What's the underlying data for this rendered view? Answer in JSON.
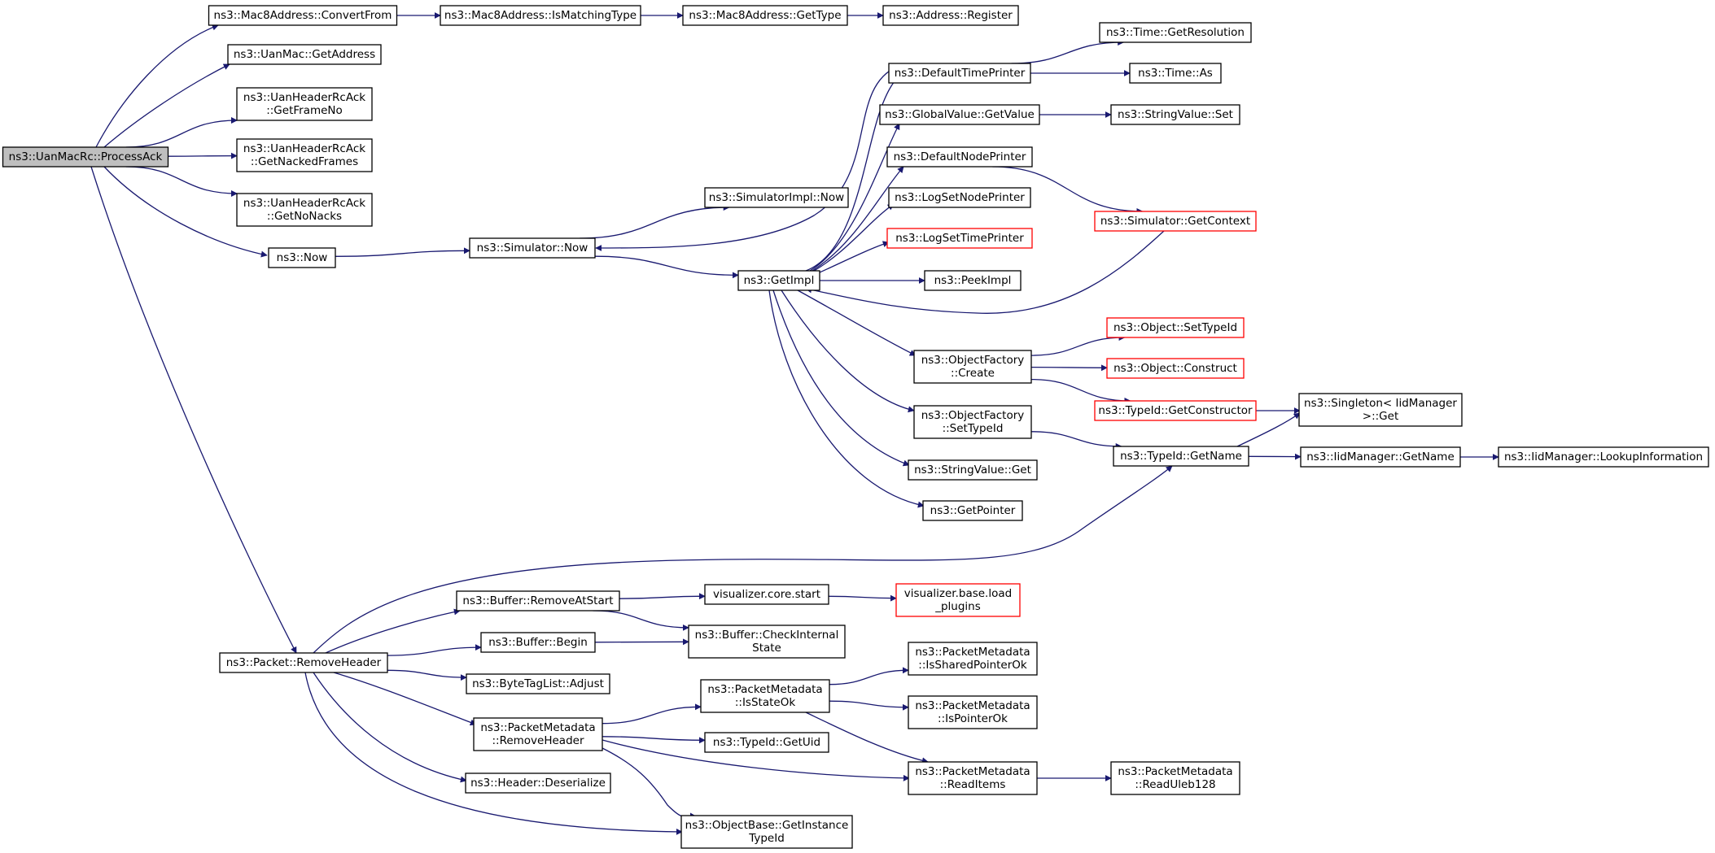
{
  "diagram": {
    "colors": {
      "edge": "#191970",
      "root_fill": "#bfbfbf",
      "node_border": "#000000",
      "truncated_border": "#ff0000",
      "background": "#ffffff"
    },
    "nodes": {
      "processack": {
        "lines": [
          "ns3::UanMacRc::ProcessAck"
        ],
        "style": "root"
      },
      "convertfrom": {
        "lines": [
          "ns3::Mac8Address::ConvertFrom"
        ],
        "style": "normal"
      },
      "ismatchingtype": {
        "lines": [
          "ns3::Mac8Address::IsMatchingType"
        ],
        "style": "normal"
      },
      "gettype": {
        "lines": [
          "ns3::Mac8Address::GetType"
        ],
        "style": "normal"
      },
      "register": {
        "lines": [
          "ns3::Address::Register"
        ],
        "style": "normal"
      },
      "getaddress": {
        "lines": [
          "ns3::UanMac::GetAddress"
        ],
        "style": "normal"
      },
      "getframeno": {
        "lines": [
          "ns3::UanHeaderRcAck",
          "::GetFrameNo"
        ],
        "style": "normal"
      },
      "getnackedframes": {
        "lines": [
          "ns3::UanHeaderRcAck",
          "::GetNackedFrames"
        ],
        "style": "normal"
      },
      "getnonacks": {
        "lines": [
          "ns3::UanHeaderRcAck",
          "::GetNoNacks"
        ],
        "style": "normal"
      },
      "now": {
        "lines": [
          "ns3::Now"
        ],
        "style": "normal"
      },
      "simnow": {
        "lines": [
          "ns3::Simulator::Now"
        ],
        "style": "normal"
      },
      "simimplnow": {
        "lines": [
          "ns3::SimulatorImpl::Now"
        ],
        "style": "normal"
      },
      "getimpl": {
        "lines": [
          "ns3::GetImpl"
        ],
        "style": "normal"
      },
      "defaulttimeprinter": {
        "lines": [
          "ns3::DefaultTimePrinter"
        ],
        "style": "normal"
      },
      "getresolution": {
        "lines": [
          "ns3::Time::GetResolution"
        ],
        "style": "normal"
      },
      "timeas": {
        "lines": [
          "ns3::Time::As"
        ],
        "style": "normal"
      },
      "globalgetvalue": {
        "lines": [
          "ns3::GlobalValue::GetValue"
        ],
        "style": "normal"
      },
      "stringvalueset": {
        "lines": [
          "ns3::StringValue::Set"
        ],
        "style": "normal"
      },
      "defaultnodeprinter": {
        "lines": [
          "ns3::DefaultNodePrinter"
        ],
        "style": "normal"
      },
      "logsetnodeprinter": {
        "lines": [
          "ns3::LogSetNodePrinter"
        ],
        "style": "normal"
      },
      "logsettimeprinter": {
        "lines": [
          "ns3::LogSetTimePrinter"
        ],
        "style": "truncated"
      },
      "getcontext": {
        "lines": [
          "ns3::Simulator::GetContext"
        ],
        "style": "truncated"
      },
      "peekimpl": {
        "lines": [
          "ns3::PeekImpl"
        ],
        "style": "normal"
      },
      "ofcreate": {
        "lines": [
          "ns3::ObjectFactory",
          "::Create"
        ],
        "style": "normal"
      },
      "objsettypeid": {
        "lines": [
          "ns3::Object::SetTypeId"
        ],
        "style": "truncated"
      },
      "objconstruct": {
        "lines": [
          "ns3::Object::Construct"
        ],
        "style": "truncated"
      },
      "getconstructor": {
        "lines": [
          "ns3::TypeId::GetConstructor"
        ],
        "style": "truncated"
      },
      "singletonget": {
        "lines": [
          "ns3::Singleton< IidManager",
          " >::Get"
        ],
        "style": "normal"
      },
      "ofsettypeid": {
        "lines": [
          "ns3::ObjectFactory",
          "::SetTypeId"
        ],
        "style": "normal"
      },
      "typeidgetname": {
        "lines": [
          "ns3::TypeId::GetName"
        ],
        "style": "normal"
      },
      "iidgetname": {
        "lines": [
          "ns3::IidManager::GetName"
        ],
        "style": "normal"
      },
      "lookupinfo": {
        "lines": [
          "ns3::IidManager::LookupInformation"
        ],
        "style": "normal"
      },
      "stringvalueget": {
        "lines": [
          "ns3::StringValue::Get"
        ],
        "style": "normal"
      },
      "getpointer": {
        "lines": [
          "ns3::GetPointer"
        ],
        "style": "normal"
      },
      "removeheader": {
        "lines": [
          "ns3::Packet::RemoveHeader"
        ],
        "style": "normal"
      },
      "removeatstart": {
        "lines": [
          "ns3::Buffer::RemoveAtStart"
        ],
        "style": "normal"
      },
      "vizstart": {
        "lines": [
          "visualizer.core.start"
        ],
        "style": "normal"
      },
      "vizload": {
        "lines": [
          "visualizer.base.load",
          "_plugins"
        ],
        "style": "truncated"
      },
      "bufferbegin": {
        "lines": [
          "ns3::Buffer::Begin"
        ],
        "style": "normal"
      },
      "checkinternal": {
        "lines": [
          "ns3::Buffer::CheckInternal",
          "State"
        ],
        "style": "normal"
      },
      "bytetagadjust": {
        "lines": [
          "ns3::ByteTagList::Adjust"
        ],
        "style": "normal"
      },
      "isstateok": {
        "lines": [
          "ns3::PacketMetadata",
          "::IsStateOk"
        ],
        "style": "normal"
      },
      "issharedpointerok": {
        "lines": [
          "ns3::PacketMetadata",
          "::IsSharedPointerOk"
        ],
        "style": "normal"
      },
      "ispointerok": {
        "lines": [
          "ns3::PacketMetadata",
          "::IsPointerOk"
        ],
        "style": "normal"
      },
      "pmremoveheader": {
        "lines": [
          "ns3::PacketMetadata",
          "::RemoveHeader"
        ],
        "style": "normal"
      },
      "typeidgetuid": {
        "lines": [
          "ns3::TypeId::GetUid"
        ],
        "style": "normal"
      },
      "readitems": {
        "lines": [
          "ns3::PacketMetadata",
          "::ReadItems"
        ],
        "style": "normal"
      },
      "readuleb128": {
        "lines": [
          "ns3::PacketMetadata",
          "::ReadUleb128"
        ],
        "style": "normal"
      },
      "headerdeserialize": {
        "lines": [
          "ns3::Header::Deserialize"
        ],
        "style": "normal"
      },
      "getinstancetypeid": {
        "lines": [
          "ns3::ObjectBase::GetInstance",
          "TypeId"
        ],
        "style": "normal"
      }
    },
    "edges": [
      [
        "processack",
        "convertfrom"
      ],
      [
        "processack",
        "getaddress"
      ],
      [
        "processack",
        "getframeno"
      ],
      [
        "processack",
        "getnackedframes"
      ],
      [
        "processack",
        "getnonacks"
      ],
      [
        "processack",
        "now"
      ],
      [
        "processack",
        "removeheader"
      ],
      [
        "convertfrom",
        "ismatchingtype"
      ],
      [
        "ismatchingtype",
        "gettype"
      ],
      [
        "gettype",
        "register"
      ],
      [
        "now",
        "simnow"
      ],
      [
        "simnow",
        "simimplnow"
      ],
      [
        "simnow",
        "getimpl"
      ],
      [
        "defaulttimeprinter",
        "simnow"
      ],
      [
        "defaulttimeprinter",
        "getresolution"
      ],
      [
        "defaulttimeprinter",
        "timeas"
      ],
      [
        "getimpl",
        "defaulttimeprinter"
      ],
      [
        "getimpl",
        "globalgetvalue"
      ],
      [
        "getimpl",
        "defaultnodeprinter"
      ],
      [
        "getimpl",
        "logsetnodeprinter"
      ],
      [
        "getimpl",
        "logsettimeprinter"
      ],
      [
        "getimpl",
        "peekimpl"
      ],
      [
        "getimpl",
        "ofcreate"
      ],
      [
        "getimpl",
        "ofsettypeid"
      ],
      [
        "getimpl",
        "stringvalueget"
      ],
      [
        "getimpl",
        "getpointer"
      ],
      [
        "globalgetvalue",
        "stringvalueset"
      ],
      [
        "defaultnodeprinter",
        "getcontext"
      ],
      [
        "getcontext",
        "getimpl"
      ],
      [
        "ofcreate",
        "objsettypeid"
      ],
      [
        "ofcreate",
        "objconstruct"
      ],
      [
        "ofcreate",
        "getconstructor"
      ],
      [
        "getconstructor",
        "singletonget"
      ],
      [
        "ofsettypeid",
        "typeidgetname"
      ],
      [
        "typeidgetname",
        "singletonget"
      ],
      [
        "typeidgetname",
        "iidgetname"
      ],
      [
        "iidgetname",
        "lookupinfo"
      ],
      [
        "removeheader",
        "typeidgetname"
      ],
      [
        "removeheader",
        "removeatstart"
      ],
      [
        "removeheader",
        "bufferbegin"
      ],
      [
        "removeheader",
        "bytetagadjust"
      ],
      [
        "removeheader",
        "pmremoveheader"
      ],
      [
        "removeheader",
        "headerdeserialize"
      ],
      [
        "removeheader",
        "getinstancetypeid"
      ],
      [
        "removeatstart",
        "vizstart"
      ],
      [
        "removeatstart",
        "checkinternal"
      ],
      [
        "vizstart",
        "vizload"
      ],
      [
        "bufferbegin",
        "checkinternal"
      ],
      [
        "pmremoveheader",
        "isstateok"
      ],
      [
        "pmremoveheader",
        "typeidgetuid"
      ],
      [
        "pmremoveheader",
        "readitems"
      ],
      [
        "pmremoveheader",
        "getinstancetypeid"
      ],
      [
        "isstateok",
        "issharedpointerok"
      ],
      [
        "isstateok",
        "ispointerok"
      ],
      [
        "isstateok",
        "readitems"
      ],
      [
        "readitems",
        "readuleb128"
      ]
    ]
  }
}
